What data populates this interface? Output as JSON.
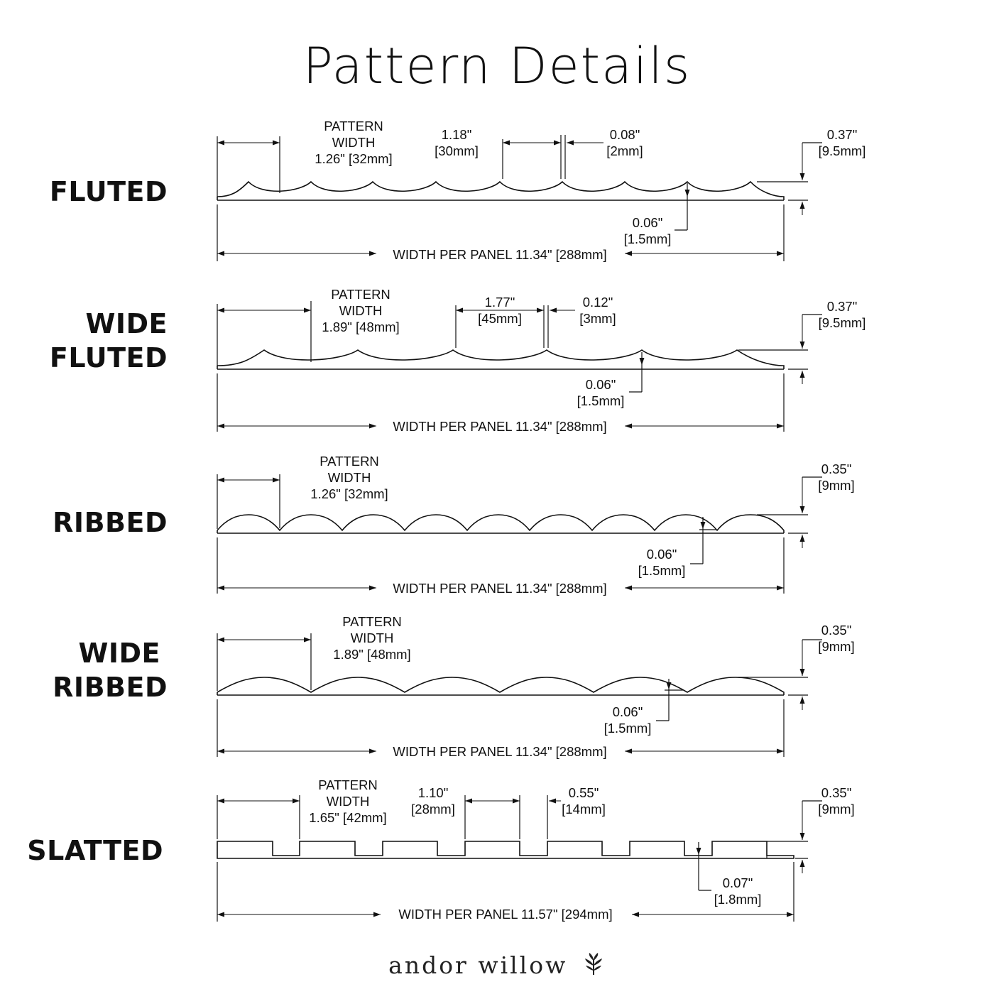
{
  "title": "Pattern Details",
  "brand": "andor willow",
  "colors": {
    "ink": "#111111",
    "background": "#ffffff"
  },
  "icons": {
    "brand_mark": "leaf-sprig-icon"
  },
  "sections": [
    {
      "name_lines": [
        "FLUTED"
      ],
      "pattern_width": [
        "PATTERN",
        "WIDTH",
        "1.26\" [32mm]"
      ],
      "dim_a": [
        "1.18\"",
        "[30mm]"
      ],
      "dim_b": [
        "0.08\"",
        "[2mm]"
      ],
      "height": [
        "0.37\"",
        "[9.5mm]"
      ],
      "base": [
        "0.06\"",
        "[1.5mm]"
      ],
      "panel_width": "WIDTH PER PANEL 11.34\" [288mm]",
      "profile": "fluted"
    },
    {
      "name_lines": [
        "WIDE",
        "FLUTED"
      ],
      "pattern_width": [
        "PATTERN",
        "WIDTH",
        "1.89\" [48mm]"
      ],
      "dim_a": [
        "1.77\"",
        "[45mm]"
      ],
      "dim_b": [
        "0.12\"",
        "[3mm]"
      ],
      "height": [
        "0.37\"",
        "[9.5mm]"
      ],
      "base": [
        "0.06\"",
        "[1.5mm]"
      ],
      "panel_width": "WIDTH PER PANEL 11.34\" [288mm]",
      "profile": "fluted"
    },
    {
      "name_lines": [
        "RIBBED"
      ],
      "pattern_width": [
        "PATTERN",
        "WIDTH",
        "1.26\" [32mm]"
      ],
      "height": [
        "0.35\"",
        "[9mm]"
      ],
      "base": [
        "0.06\"",
        "[1.5mm]"
      ],
      "panel_width": "WIDTH PER PANEL 11.34\" [288mm]",
      "profile": "ribbed"
    },
    {
      "name_lines": [
        "WIDE",
        "RIBBED"
      ],
      "pattern_width": [
        "PATTERN",
        "WIDTH",
        "1.89\" [48mm]"
      ],
      "height": [
        "0.35\"",
        "[9mm]"
      ],
      "base": [
        "0.06\"",
        "[1.5mm]"
      ],
      "panel_width": "WIDTH PER PANEL 11.34\" [288mm]",
      "profile": "ribbed"
    },
    {
      "name_lines": [
        "SLATTED"
      ],
      "pattern_width": [
        "PATTERN",
        "WIDTH",
        "1.65\" [42mm]"
      ],
      "dim_a": [
        "1.10\"",
        "[28mm]"
      ],
      "dim_b": [
        "0.55\"",
        "[14mm]"
      ],
      "height": [
        "0.35\"",
        "[9mm]"
      ],
      "base": [
        "0.07\"",
        "[1.8mm]"
      ],
      "panel_width": "WIDTH PER PANEL 11.57\" [294mm]",
      "profile": "slatted"
    }
  ]
}
